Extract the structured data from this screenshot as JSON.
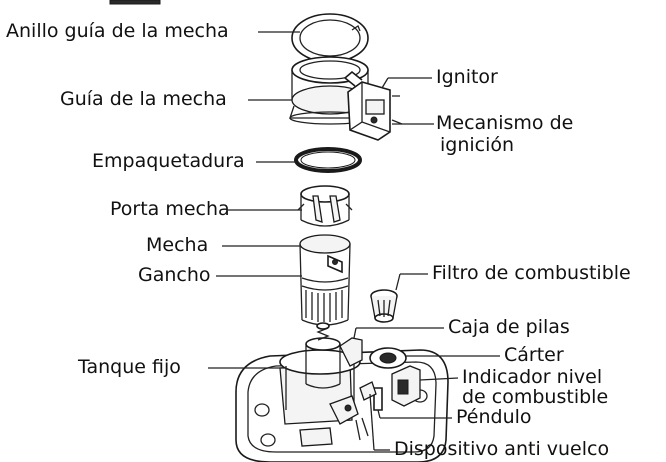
{
  "labels": {
    "anillo": "Anillo guía de la mecha",
    "guia": "Guía de la mecha",
    "empaquetadura": "Empaquetadura",
    "porta": "Porta mecha",
    "mecha": "Mecha",
    "gancho": "Gancho",
    "tanque": "Tanque fijo",
    "ignitor": "Ignitor",
    "mecanismo_1": "Mecanismo de",
    "mecanismo_2": "ignición",
    "filtro": "Filtro de combustible",
    "caja": "Caja de pilas",
    "carter": "Cárter",
    "indicador_1": "Indicador nivel",
    "indicador_2": "de combustible",
    "pendulo": "Péndulo",
    "dispositivo": "Dispositivo anti vuelco"
  }
}
